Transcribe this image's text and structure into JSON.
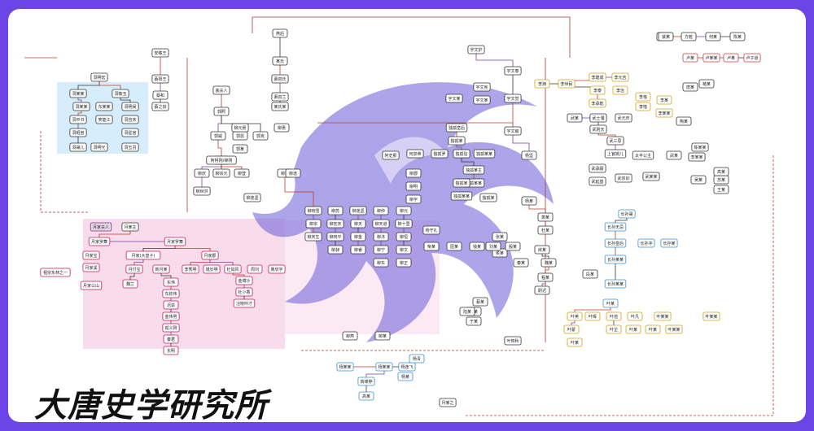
{
  "brand": {
    "logo_text": "大唐史学研究所"
  },
  "colors": {
    "frame_bg": "#6b45e6",
    "canvas_bg": "#ffffff",
    "blue_group": "#d6eefb",
    "pink_group": "#f8dcec",
    "watermark": "#6a5bd8",
    "line_red": "#c0392b",
    "line_dark": "#333333",
    "line_purple": "#7b3fa0",
    "line_green": "#2e9c4a",
    "node_dark": "#333333",
    "node_pink": "#c2185b",
    "node_gold": "#d4a017",
    "node_blue": "#3a8fd6",
    "node_purple": "#7a2e7a"
  },
  "nodes": [
    {
      "id": "n1",
      "label": "燕后",
      "color": "dark"
    },
    {
      "id": "n2",
      "label": "某氏",
      "color": "dark"
    },
    {
      "id": "n3",
      "label": "慕容氏",
      "color": "dark"
    },
    {
      "id": "n4",
      "label": "慕容兰",
      "color": "dark"
    },
    {
      "id": "n5",
      "label": "某氏某",
      "color": "dark"
    },
    {
      "id": "n6",
      "label": "安瞳王",
      "color": "dark"
    },
    {
      "id": "n7",
      "label": "蔡阳王",
      "color": "dark"
    },
    {
      "id": "n8",
      "label": "蔡和",
      "color": "dark"
    },
    {
      "id": "n9",
      "label": "蔡之剑",
      "color": "dark"
    },
    {
      "id": "n10",
      "label": "裴夫人",
      "color": "dark"
    },
    {
      "id": "n11",
      "label": "郭照",
      "color": "dark"
    },
    {
      "id": "n12",
      "label": "郭威",
      "color": "dark"
    },
    {
      "id": "n13",
      "label": "郭恩",
      "color": "dark"
    },
    {
      "id": "n14",
      "label": "郭克",
      "color": "dark"
    },
    {
      "id": "n15",
      "label": "柳元景",
      "color": "dark"
    },
    {
      "id": "n16",
      "label": "柳惠",
      "color": "dark"
    },
    {
      "id": "n17",
      "label": "郭某",
      "color": "dark"
    },
    {
      "id": "n18",
      "label": "阿柳",
      "color": "dark"
    },
    {
      "id": "n19",
      "label": "柳庆",
      "color": "dark"
    },
    {
      "id": "n20",
      "label": "柳宗元",
      "color": "dark"
    },
    {
      "id": "n21",
      "label": "柳登",
      "color": "dark"
    },
    {
      "id": "n22",
      "label": "柳世洪",
      "color": "dark"
    },
    {
      "id": "n23",
      "label": "柳逸坚",
      "color": "dark"
    },
    {
      "id": "n24",
      "label": "阿柯刚/柳刚",
      "color": "dark"
    },
    {
      "id": "n25",
      "label": "洞明宏",
      "color": "dark"
    },
    {
      "id": "n26",
      "label": "洞某某",
      "color": "dark"
    },
    {
      "id": "n27",
      "label": "洞衡玉",
      "color": "dark"
    },
    {
      "id": "n28",
      "label": "洞某某",
      "color": "dark"
    },
    {
      "id": "n29",
      "label": "东某某",
      "color": "dark"
    },
    {
      "id": "n30",
      "label": "洞明昊",
      "color": "dark"
    },
    {
      "id": "n31",
      "label": "洞中书",
      "color": "dark"
    },
    {
      "id": "n32",
      "label": "笑能江",
      "color": "dark"
    },
    {
      "id": "n33",
      "label": "洞吉庆",
      "color": "dark"
    },
    {
      "id": "n34",
      "label": "洞昭宫",
      "color": "dark"
    },
    {
      "id": "n35",
      "label": "洞星官",
      "color": "dark"
    },
    {
      "id": "n36",
      "label": "洞晟儿",
      "color": "dark"
    },
    {
      "id": "n37",
      "label": "洞明光",
      "color": "dark"
    },
    {
      "id": "n38",
      "label": "洞五羽",
      "color": "dark"
    },
    {
      "id": "n39",
      "label": "月家夫人",
      "color": "purple"
    },
    {
      "id": "n40",
      "label": "月某主",
      "color": "dark"
    },
    {
      "id": "n41",
      "label": "月家罗舞",
      "color": "pink"
    },
    {
      "id": "n42",
      "label": "月家罗舞",
      "color": "pink"
    },
    {
      "id": "n43",
      "label": "月家(大皇子)",
      "color": "pink"
    },
    {
      "id": "n44",
      "label": "月家宝",
      "color": "pink"
    },
    {
      "id": "n45",
      "label": "月家郡",
      "color": "pink"
    },
    {
      "id": "n46",
      "label": "月家溪",
      "color": "pink"
    },
    {
      "id": "n47",
      "label": "月家公山",
      "color": "pink"
    },
    {
      "id": "n48",
      "label": "祖宗东林之一",
      "color": "pink"
    },
    {
      "id": "n49",
      "label": "月付宝",
      "color": "pink"
    },
    {
      "id": "n50",
      "label": "魏兰",
      "color": "pink"
    },
    {
      "id": "n51",
      "label": "新月某",
      "color": "pink"
    },
    {
      "id": "n52",
      "label": "李秀明",
      "color": "pink"
    },
    {
      "id": "n53",
      "label": "城长明",
      "color": "pink"
    },
    {
      "id": "n54",
      "label": "杜如风",
      "color": "pink"
    },
    {
      "id": "n55",
      "label": "周刘",
      "color": "pink"
    },
    {
      "id": "n56",
      "label": "冀欣宇",
      "color": "pink"
    },
    {
      "id": "n57",
      "label": "东伟",
      "color": "pink"
    },
    {
      "id": "n58",
      "label": "东钦伟",
      "color": "pink"
    },
    {
      "id": "n59",
      "label": "迟谕",
      "color": "pink"
    },
    {
      "id": "n60",
      "label": "金伟男",
      "color": "pink"
    },
    {
      "id": "n61",
      "label": "孤义刚",
      "color": "pink"
    },
    {
      "id": "n62",
      "label": "秦君",
      "color": "pink"
    },
    {
      "id": "n63",
      "label": "东明",
      "color": "pink"
    },
    {
      "id": "n64",
      "label": "金博沙",
      "color": "pink"
    },
    {
      "id": "n65",
      "label": "杜小香",
      "color": "pink"
    },
    {
      "id": "n66",
      "label": "汪晓吟才",
      "color": "pink"
    },
    {
      "id": "n67",
      "label": "柳冠",
      "color": "dark"
    },
    {
      "id": "n68",
      "label": "柳晓雪",
      "color": "dark"
    },
    {
      "id": "n69",
      "label": "柳蕊",
      "color": "dark"
    },
    {
      "id": "n70",
      "label": "柳逸坚",
      "color": "dark"
    },
    {
      "id": "n71",
      "label": "柳仲",
      "color": "dark"
    },
    {
      "id": "n72",
      "label": "柳元",
      "color": "dark"
    },
    {
      "id": "n73",
      "label": "柳宗",
      "color": "dark"
    },
    {
      "id": "n74",
      "label": "柳宏庆",
      "color": "dark"
    },
    {
      "id": "n75",
      "label": "柳天",
      "color": "dark"
    },
    {
      "id": "n76",
      "label": "柳天道",
      "color": "dark"
    },
    {
      "id": "n77",
      "label": "柳十里",
      "color": "dark"
    },
    {
      "id": "n78",
      "label": "柳庆生",
      "color": "dark"
    },
    {
      "id": "n79",
      "label": "柳晓平",
      "color": "dark"
    },
    {
      "id": "n80",
      "label": "柳金",
      "color": "dark"
    },
    {
      "id": "n81",
      "label": "柳沐",
      "color": "dark"
    },
    {
      "id": "n82",
      "label": "柳恒",
      "color": "dark"
    },
    {
      "id": "n83",
      "label": "柳昶",
      "color": "dark"
    },
    {
      "id": "n84",
      "label": "柳睿",
      "color": "dark"
    },
    {
      "id": "n85",
      "label": "柳宁",
      "color": "dark"
    },
    {
      "id": "n86",
      "label": "柳文",
      "color": "dark"
    },
    {
      "id": "n87",
      "label": "柳东",
      "color": "dark"
    },
    {
      "id": "n88",
      "label": "柳正",
      "color": "dark"
    },
    {
      "id": "n89",
      "label": "柳逸",
      "color": "dark"
    },
    {
      "id": "n90",
      "label": "柳郡",
      "color": "dark"
    },
    {
      "id": "n91",
      "label": "柳明",
      "color": "dark"
    },
    {
      "id": "n92",
      "label": "柳宇",
      "color": "dark"
    },
    {
      "id": "n93",
      "label": "柳某",
      "color": "dark"
    },
    {
      "id": "n94",
      "label": "柳燕",
      "color": "dark"
    },
    {
      "id": "n95",
      "label": "独孤皇后",
      "color": "dark"
    },
    {
      "id": "n96",
      "label": "独孤某",
      "color": "dark"
    },
    {
      "id": "n97",
      "label": "独孤罗",
      "color": "dark"
    },
    {
      "id": "n98",
      "label": "独孤信",
      "color": "dark"
    },
    {
      "id": "n99",
      "label": "独孤某某",
      "color": "dark"
    },
    {
      "id": "n100",
      "label": "独孤某主",
      "color": "dark"
    },
    {
      "id": "n101",
      "label": "独孤某某",
      "color": "dark"
    },
    {
      "id": "n102",
      "label": "独孤某",
      "color": "dark"
    },
    {
      "id": "n103",
      "label": "独孤某",
      "color": "dark"
    },
    {
      "id": "n104",
      "label": "独孤某某",
      "color": "dark"
    },
    {
      "id": "n105",
      "label": "宇文护",
      "color": "dark"
    },
    {
      "id": "n106",
      "label": "宇文泰",
      "color": "dark"
    },
    {
      "id": "n107",
      "label": "宇文宪",
      "color": "dark"
    },
    {
      "id": "n108",
      "label": "宇文某",
      "color": "dark"
    },
    {
      "id": "n109",
      "label": "宇文某",
      "color": "dark"
    },
    {
      "id": "n110",
      "label": "宇文觉",
      "color": "dark"
    },
    {
      "id": "n111",
      "label": "宇文毓",
      "color": "dark"
    },
    {
      "id": "n112",
      "label": "杨坚",
      "color": "dark"
    },
    {
      "id": "n113",
      "label": "何泉帝",
      "color": "dark"
    },
    {
      "id": "n114",
      "label": "阿史那",
      "color": "dark"
    },
    {
      "id": "n115",
      "label": "李渊",
      "color": "gold"
    },
    {
      "id": "n116",
      "label": "李世民",
      "color": "gold"
    },
    {
      "id": "n117",
      "label": "李建成",
      "color": "gold"
    },
    {
      "id": "n118",
      "label": "李元吉",
      "color": "gold"
    },
    {
      "id": "n119",
      "label": "李泰",
      "color": "gold"
    },
    {
      "id": "n120",
      "label": "李治",
      "color": "gold"
    },
    {
      "id": "n121",
      "label": "李承乾",
      "color": "gold"
    },
    {
      "id": "n122",
      "label": "李恪",
      "color": "gold"
    },
    {
      "id": "n123",
      "label": "李愔",
      "color": "gold"
    },
    {
      "id": "n124",
      "label": "李某",
      "color": "gold"
    },
    {
      "id": "n125",
      "label": "李某某",
      "color": "gold"
    },
    {
      "id": "n126",
      "label": "武某",
      "color": "dark"
    },
    {
      "id": "n127",
      "label": "武士彟",
      "color": "dark"
    },
    {
      "id": "n128",
      "label": "武元庆",
      "color": "dark"
    },
    {
      "id": "n129",
      "label": "武则天",
      "color": "dark"
    },
    {
      "id": "n130",
      "label": "武三思",
      "color": "dark"
    },
    {
      "id": "n131",
      "label": "上官婉儿",
      "color": "dark"
    },
    {
      "id": "n132",
      "label": "太平公主",
      "color": "dark"
    },
    {
      "id": "n133",
      "label": "武承嗣",
      "color": "dark"
    },
    {
      "id": "n134",
      "label": "武延基",
      "color": "dark"
    },
    {
      "id": "n135",
      "label": "武崇训",
      "color": "dark"
    },
    {
      "id": "n136",
      "label": "武某某",
      "color": "dark"
    },
    {
      "id": "n137",
      "label": "武某",
      "color": "dark"
    },
    {
      "id": "n138",
      "label": "长孙晟",
      "color": "blue"
    },
    {
      "id": "n139",
      "label": "长孙无忌",
      "color": "blue"
    },
    {
      "id": "n140",
      "label": "长孙皇后",
      "color": "blue"
    },
    {
      "id": "n141",
      "label": "长孙冲",
      "color": "blue"
    },
    {
      "id": "n142",
      "label": "长孙某",
      "color": "blue"
    },
    {
      "id": "n143",
      "label": "长孙某某",
      "color": "blue"
    },
    {
      "id": "n144",
      "label": "长孙某某",
      "color": "blue"
    },
    {
      "id": "n145",
      "label": "叶某",
      "color": "blue"
    },
    {
      "id": "n146",
      "label": "叶英",
      "color": "gold"
    },
    {
      "id": "n147",
      "label": "叶晖",
      "color": "gold"
    },
    {
      "id": "n148",
      "label": "叶煊",
      "color": "gold"
    },
    {
      "id": "n149",
      "label": "叶凡",
      "color": "gold"
    },
    {
      "id": "n150",
      "label": "叶某某",
      "color": "gold"
    },
    {
      "id": "n151",
      "label": "叶蒙",
      "color": "gold"
    },
    {
      "id": "n152",
      "label": "叶芷",
      "color": "gold"
    },
    {
      "id": "n153",
      "label": "叶某",
      "color": "gold"
    },
    {
      "id": "n154",
      "label": "叶某",
      "color": "gold"
    },
    {
      "id": "n155",
      "label": "叶某某",
      "color": "gold"
    },
    {
      "id": "n156",
      "label": "叶某某",
      "color": "gold"
    },
    {
      "id": "n157",
      "label": "叶某",
      "color": "gold"
    },
    {
      "id": "n158",
      "label": "谢渊",
      "color": "dark"
    },
    {
      "id": "n159",
      "label": "方乾",
      "color": "dark"
    },
    {
      "id": "n160",
      "label": "何某",
      "color": "dark"
    },
    {
      "id": "n161",
      "label": "陈某",
      "color": "dark"
    },
    {
      "id": "n162",
      "label": "卢某",
      "color": "red"
    },
    {
      "id": "n163",
      "label": "卢某某",
      "color": "red"
    },
    {
      "id": "n164",
      "label": "卢某",
      "color": "red"
    },
    {
      "id": "n165",
      "label": "卢子道",
      "color": "red"
    },
    {
      "id": "n166",
      "label": "唐某",
      "color": "dark"
    },
    {
      "id": "n167",
      "label": "褚某",
      "color": "dark"
    },
    {
      "id": "n168",
      "label": "裴某",
      "color": "dark"
    },
    {
      "id": "n169",
      "label": "陶某",
      "color": "dark"
    },
    {
      "id": "n170",
      "label": "李某某",
      "color": "dark"
    },
    {
      "id": "n171",
      "label": "吴某",
      "color": "dark"
    },
    {
      "id": "n172",
      "label": "苏某",
      "color": "dark"
    },
    {
      "id": "n173",
      "label": "王某",
      "color": "dark"
    },
    {
      "id": "n174",
      "label": "高某",
      "color": "dark"
    },
    {
      "id": "n175",
      "label": "陈某某",
      "color": "dark"
    },
    {
      "id": "n176",
      "label": "杨某",
      "color": "dark"
    },
    {
      "id": "n177",
      "label": "萧某",
      "color": "dark"
    },
    {
      "id": "n178",
      "label": "杜某",
      "color": "dark"
    },
    {
      "id": "n179",
      "label": "房某",
      "color": "dark"
    },
    {
      "id": "n180",
      "label": "魏某",
      "color": "dark"
    },
    {
      "id": "n181",
      "label": "程某",
      "color": "dark"
    },
    {
      "id": "n182",
      "label": "尉迟",
      "color": "dark"
    },
    {
      "id": "n183",
      "label": "秦某",
      "color": "dark"
    },
    {
      "id": "n184",
      "label": "段某",
      "color": "dark"
    },
    {
      "id": "n185",
      "label": "侯某",
      "color": "dark"
    },
    {
      "id": "n186",
      "label": "张某",
      "color": "dark"
    },
    {
      "id": "n187",
      "label": "刘某",
      "color": "dark"
    },
    {
      "id": "n188",
      "label": "殷某",
      "color": "dark"
    },
    {
      "id": "n189",
      "label": "柴某",
      "color": "dark"
    },
    {
      "id": "n190",
      "label": "屈某",
      "color": "dark"
    },
    {
      "id": "n191",
      "label": "钱某",
      "color": "dark"
    },
    {
      "id": "n192",
      "label": "杨守礼",
      "color": "dark"
    },
    {
      "id": "n193",
      "label": "蔡某",
      "color": "dark"
    },
    {
      "id": "n194",
      "label": "唐某",
      "color": "dark"
    },
    {
      "id": "n195",
      "label": "于某",
      "color": "dark"
    },
    {
      "id": "n196",
      "label": "叶知秋",
      "color": "dark"
    },
    {
      "id": "n197",
      "label": "陆某",
      "color": "dark"
    },
    {
      "id": "n198",
      "label": "杨逸飞",
      "color": "blue"
    },
    {
      "id": "n199",
      "label": "杨某某",
      "color": "blue"
    },
    {
      "id": "n200",
      "label": "杨某某",
      "color": "blue"
    },
    {
      "id": "n201",
      "label": "杨某",
      "color": "blue"
    },
    {
      "id": "n202",
      "label": "高绛婷",
      "color": "blue"
    },
    {
      "id": "n203",
      "label": "高某",
      "color": "blue"
    },
    {
      "id": "n204",
      "label": "杨青",
      "color": "blue"
    },
    {
      "id": "n205",
      "label": "月某之",
      "color": "dark"
    }
  ]
}
